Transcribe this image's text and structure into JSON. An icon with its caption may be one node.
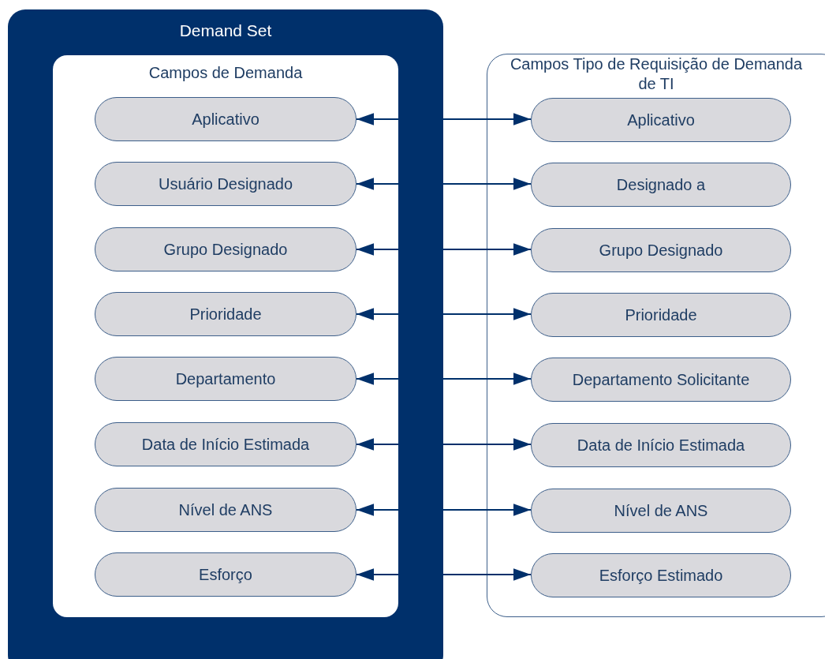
{
  "diagram": {
    "nodes": [
      {
        "text": [
          "Demand Set"
        ]
      },
      {
        "text": [
          "Campos de Demanda"
        ],
        "in": 0
      },
      {
        "text": [
          "Aplicativo"
        ],
        "in": 1
      },
      {
        "text": [
          "Usuário Designado"
        ],
        "in": 1
      },
      {
        "text": [
          "Grupo Designado"
        ],
        "in": 1
      },
      {
        "text": [
          "Prioridade"
        ],
        "in": 1
      },
      {
        "text": [
          "Departamento"
        ],
        "in": 1
      },
      {
        "text": [
          "Data de Início Estimada"
        ],
        "in": 1
      },
      {
        "text": [
          "Nível de ANS"
        ],
        "in": 1
      },
      {
        "text": [
          "Esforço"
        ],
        "in": 1
      },
      {
        "text": [
          "Campos Tipo de Requisição de Demanda de TI"
        ]
      },
      {
        "text": [
          "Aplicativo"
        ],
        "in": 10
      },
      {
        "text": [
          "Designado a"
        ],
        "in": 10
      },
      {
        "text": [
          "Grupo Designado"
        ],
        "in": 10
      },
      {
        "text": [
          "Prioridade"
        ],
        "in": 10
      },
      {
        "text": [
          "Departamento Solicitante"
        ],
        "in": 10
      },
      {
        "text": [
          "Data de Início Estimada"
        ],
        "in": 10
      },
      {
        "text": [
          "Nível de ANS"
        ],
        "in": 10
      },
      {
        "text": [
          "Esforço Estimado"
        ],
        "in": 10
      }
    ],
    "edges": [
      {
        "from": 2,
        "to": 11,
        "arrow": "both"
      },
      {
        "from": 3,
        "to": 12,
        "arrow": "both"
      },
      {
        "from": 4,
        "to": 13,
        "arrow": "both"
      },
      {
        "from": 5,
        "to": 14,
        "arrow": "both"
      },
      {
        "from": 6,
        "to": 15,
        "arrow": "both"
      },
      {
        "from": 7,
        "to": 16,
        "arrow": "both"
      },
      {
        "from": 8,
        "to": 17,
        "arrow": "both"
      },
      {
        "from": 9,
        "to": 18,
        "arrow": "both"
      }
    ]
  }
}
